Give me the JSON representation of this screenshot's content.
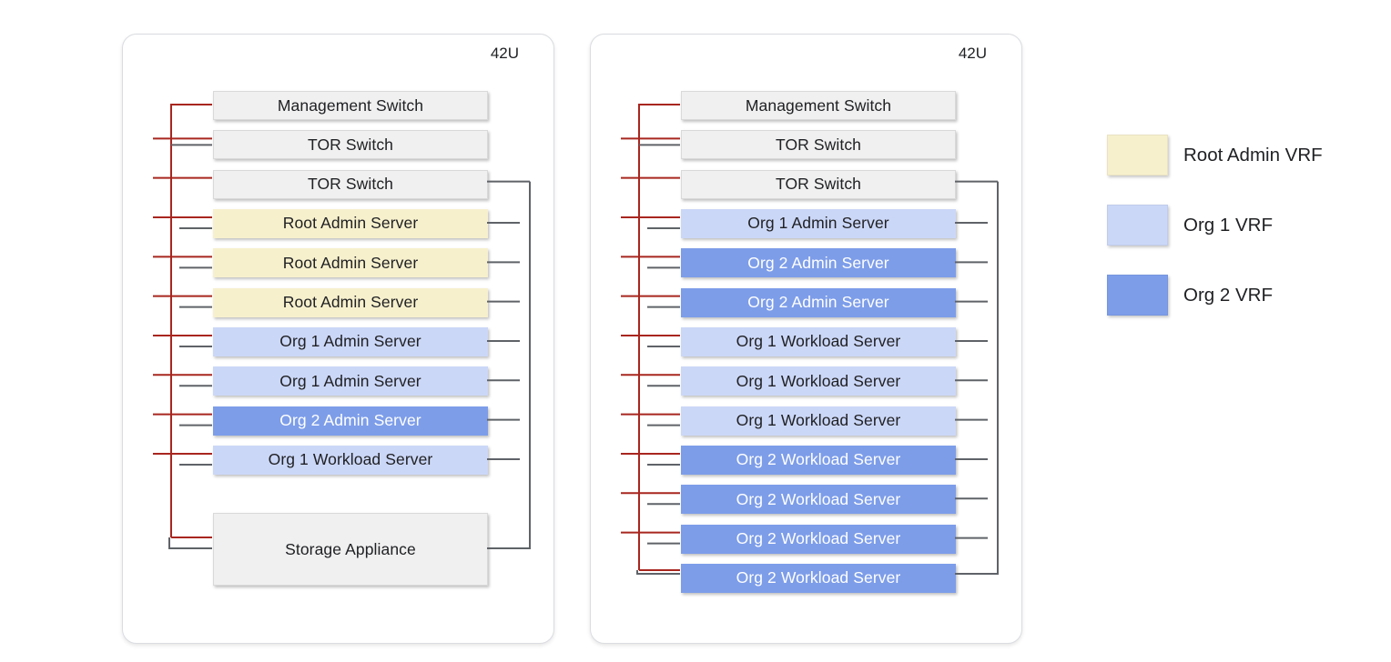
{
  "racks": [
    {
      "capacity": "42U",
      "units": [
        {
          "label": "Management Switch",
          "vrf": "none"
        },
        {
          "label": "TOR Switch",
          "vrf": "none"
        },
        {
          "label": "TOR Switch",
          "vrf": "none"
        },
        {
          "label": "Root Admin Server",
          "vrf": "root"
        },
        {
          "label": "Root Admin Server",
          "vrf": "root"
        },
        {
          "label": "Root Admin Server",
          "vrf": "root"
        },
        {
          "label": "Org 1 Admin Server",
          "vrf": "org1"
        },
        {
          "label": "Org 1 Admin Server",
          "vrf": "org1"
        },
        {
          "label": "Org 2 Admin Server",
          "vrf": "org2"
        },
        {
          "label": "Org 1 Workload Server",
          "vrf": "org1"
        },
        {
          "label": "Storage Appliance",
          "vrf": "none",
          "tall": true
        }
      ]
    },
    {
      "capacity": "42U",
      "units": [
        {
          "label": "Management Switch",
          "vrf": "none"
        },
        {
          "label": "TOR Switch",
          "vrf": "none"
        },
        {
          "label": "TOR Switch",
          "vrf": "none"
        },
        {
          "label": "Org 1 Admin Server",
          "vrf": "org1"
        },
        {
          "label": "Org 2 Admin Server",
          "vrf": "org2"
        },
        {
          "label": "Org 2 Admin Server",
          "vrf": "org2"
        },
        {
          "label": "Org 1 Workload Server",
          "vrf": "org1"
        },
        {
          "label": "Org 1 Workload Server",
          "vrf": "org1"
        },
        {
          "label": "Org 1 Workload Server",
          "vrf": "org1"
        },
        {
          "label": "Org 2 Workload Server",
          "vrf": "org2"
        },
        {
          "label": "Org 2 Workload Server",
          "vrf": "org2"
        },
        {
          "label": "Org 2 Workload Server",
          "vrf": "org2"
        },
        {
          "label": "Org 2 Workload Server",
          "vrf": "org2"
        }
      ]
    }
  ],
  "legend": {
    "items": [
      {
        "label": "Root Admin VRF",
        "vrf": "root"
      },
      {
        "label": "Org 1 VRF",
        "vrf": "org1"
      },
      {
        "label": "Org 2 VRF",
        "vrf": "org2"
      }
    ]
  },
  "colors": {
    "root_vrf": "#F7F0CD",
    "org1_vrf": "#CBD7F7",
    "org2_vrf": "#7D9DE9",
    "device_gray": "#F0F0F0",
    "mgmt_line_red": "#A8261F",
    "data_line_gray": "#5F6368"
  }
}
